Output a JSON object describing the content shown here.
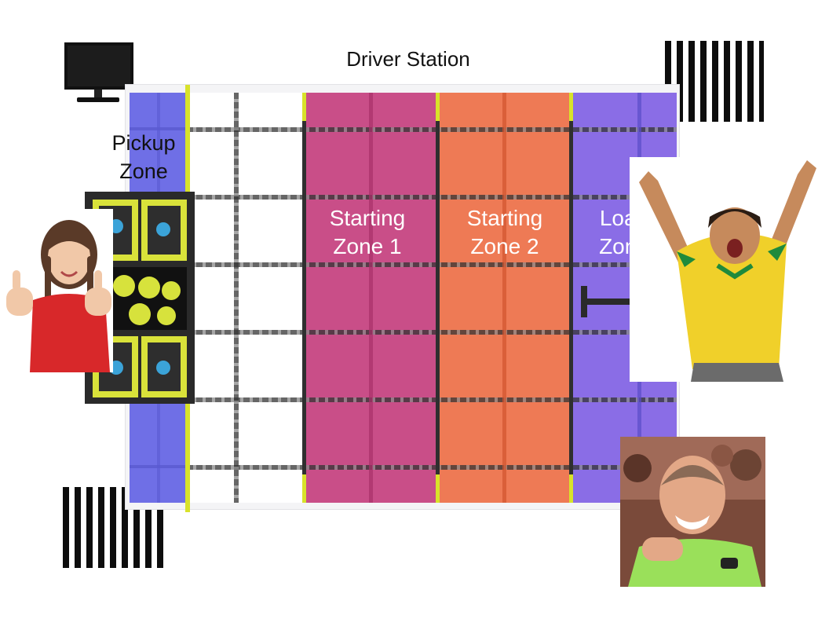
{
  "title": "Driver Station",
  "zones": {
    "pickup": "Pickup Zone",
    "starting1": "Starting Zone 1",
    "starting2": "Starting Zone 2",
    "load": "Load Zone"
  },
  "colors": {
    "pickup_zone": "#6f6fe6",
    "starting_zone_1": "#c94e88",
    "starting_zone_2": "#ee7a55",
    "load_zone": "#8a6de6",
    "divider_yellow": "#d8e22a",
    "grid_dark": "#2f2f2f"
  },
  "icons": [
    "monitor-icon",
    "barcode-top-right-icon",
    "barcode-bottom-left-icon"
  ],
  "people": [
    "child-thumbs-up",
    "child-cheering",
    "adult-referee"
  ]
}
